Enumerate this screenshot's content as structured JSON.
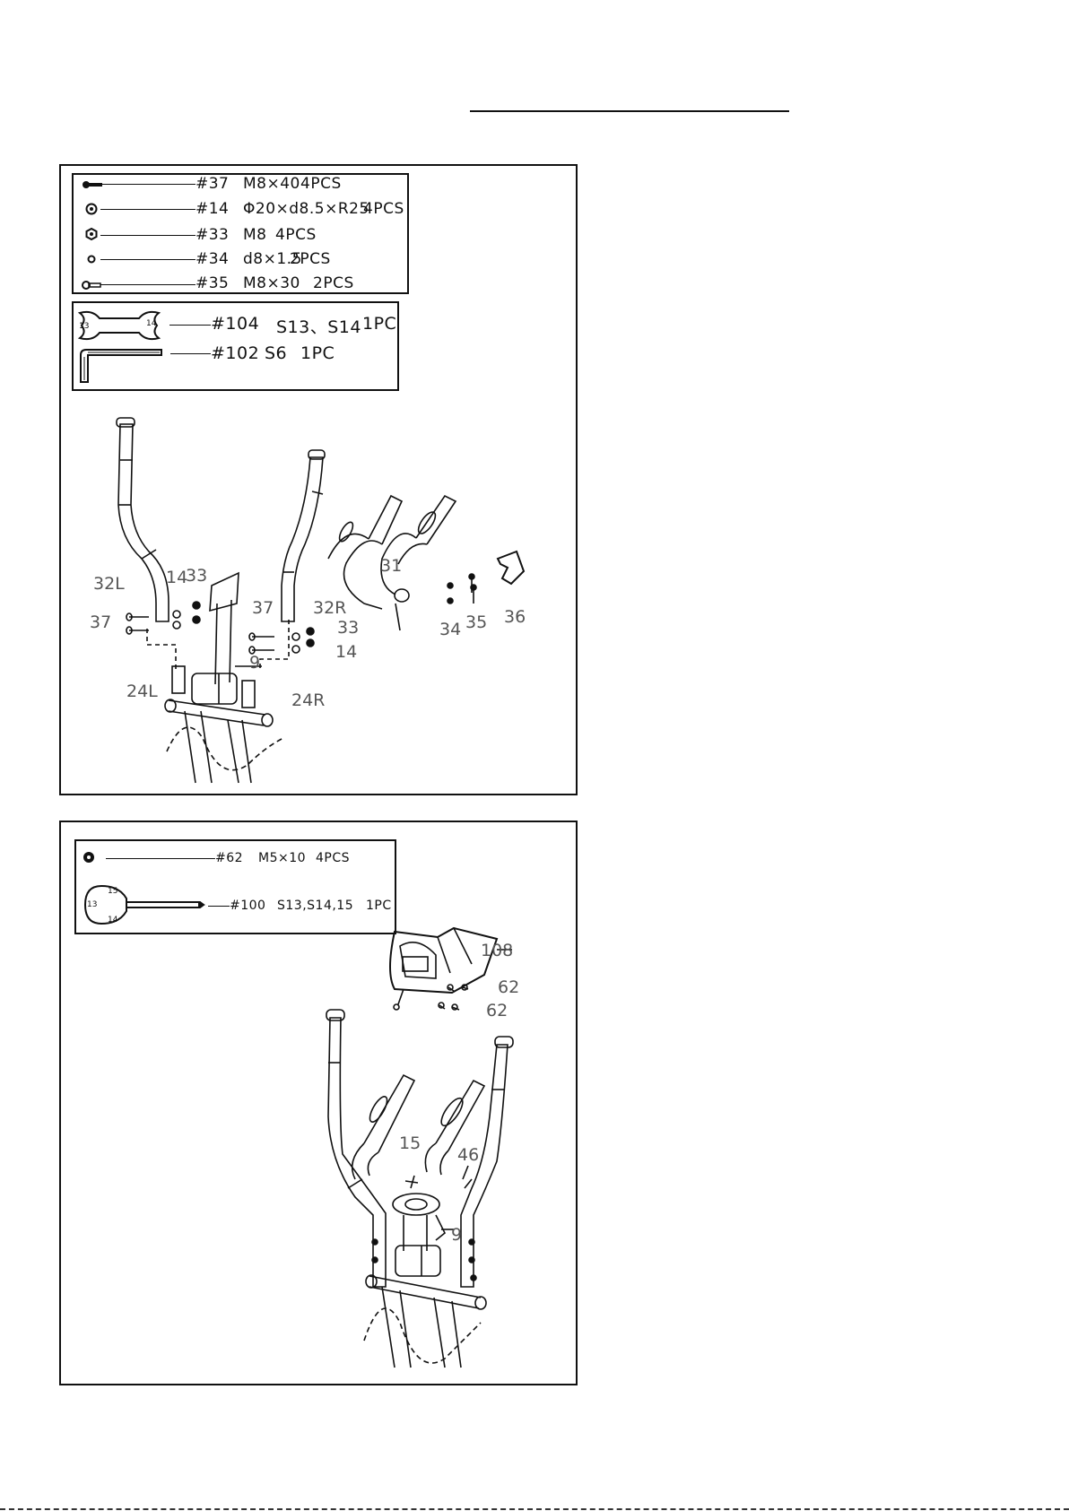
{
  "step1": {
    "hardware": [
      {
        "part": "#37",
        "spec": "M8×40",
        "qty": "4PCS",
        "icon": "bolt-long-icon"
      },
      {
        "part": "#14",
        "spec": "Φ20×d8.5×R25",
        "qty": "4PCS",
        "icon": "curved-washer-icon"
      },
      {
        "part": "#33",
        "spec": "M8",
        "qty": "4PCS",
        "icon": "nut-icon"
      },
      {
        "part": "#34",
        "spec": "d8×1.5",
        "qty": "2PCS",
        "icon": "washer-icon"
      },
      {
        "part": "#35",
        "spec": "M8×30",
        "qty": "2PCS",
        "icon": "bolt-short-icon"
      }
    ],
    "tools": [
      {
        "part": "#104",
        "spec": "S13、S14",
        "qty": "1PC",
        "icon": "wrench-icon",
        "size_a": "13",
        "size_b": "14"
      },
      {
        "part": "#102",
        "spec": "S6",
        "qty": "1PC",
        "icon": "allen-key-icon"
      }
    ],
    "callouts": [
      "32L",
      "14",
      "33",
      "37",
      "37",
      "32R",
      "33",
      "14",
      "9",
      "24L",
      "24R",
      "31",
      "34",
      "35",
      "36"
    ]
  },
  "step2": {
    "hardware": [
      {
        "part": "#62",
        "spec": "M5×10",
        "qty": "4PCS",
        "icon": "screw-icon"
      }
    ],
    "tools": [
      {
        "part": "#100",
        "spec": "S13,S14,15",
        "qty": "1PC",
        "icon": "multi-tool-icon",
        "size_a": "15",
        "size_b": "13",
        "size_c": "14"
      }
    ],
    "callouts": [
      "108",
      "62",
      "62",
      "15",
      "46",
      "9"
    ]
  }
}
